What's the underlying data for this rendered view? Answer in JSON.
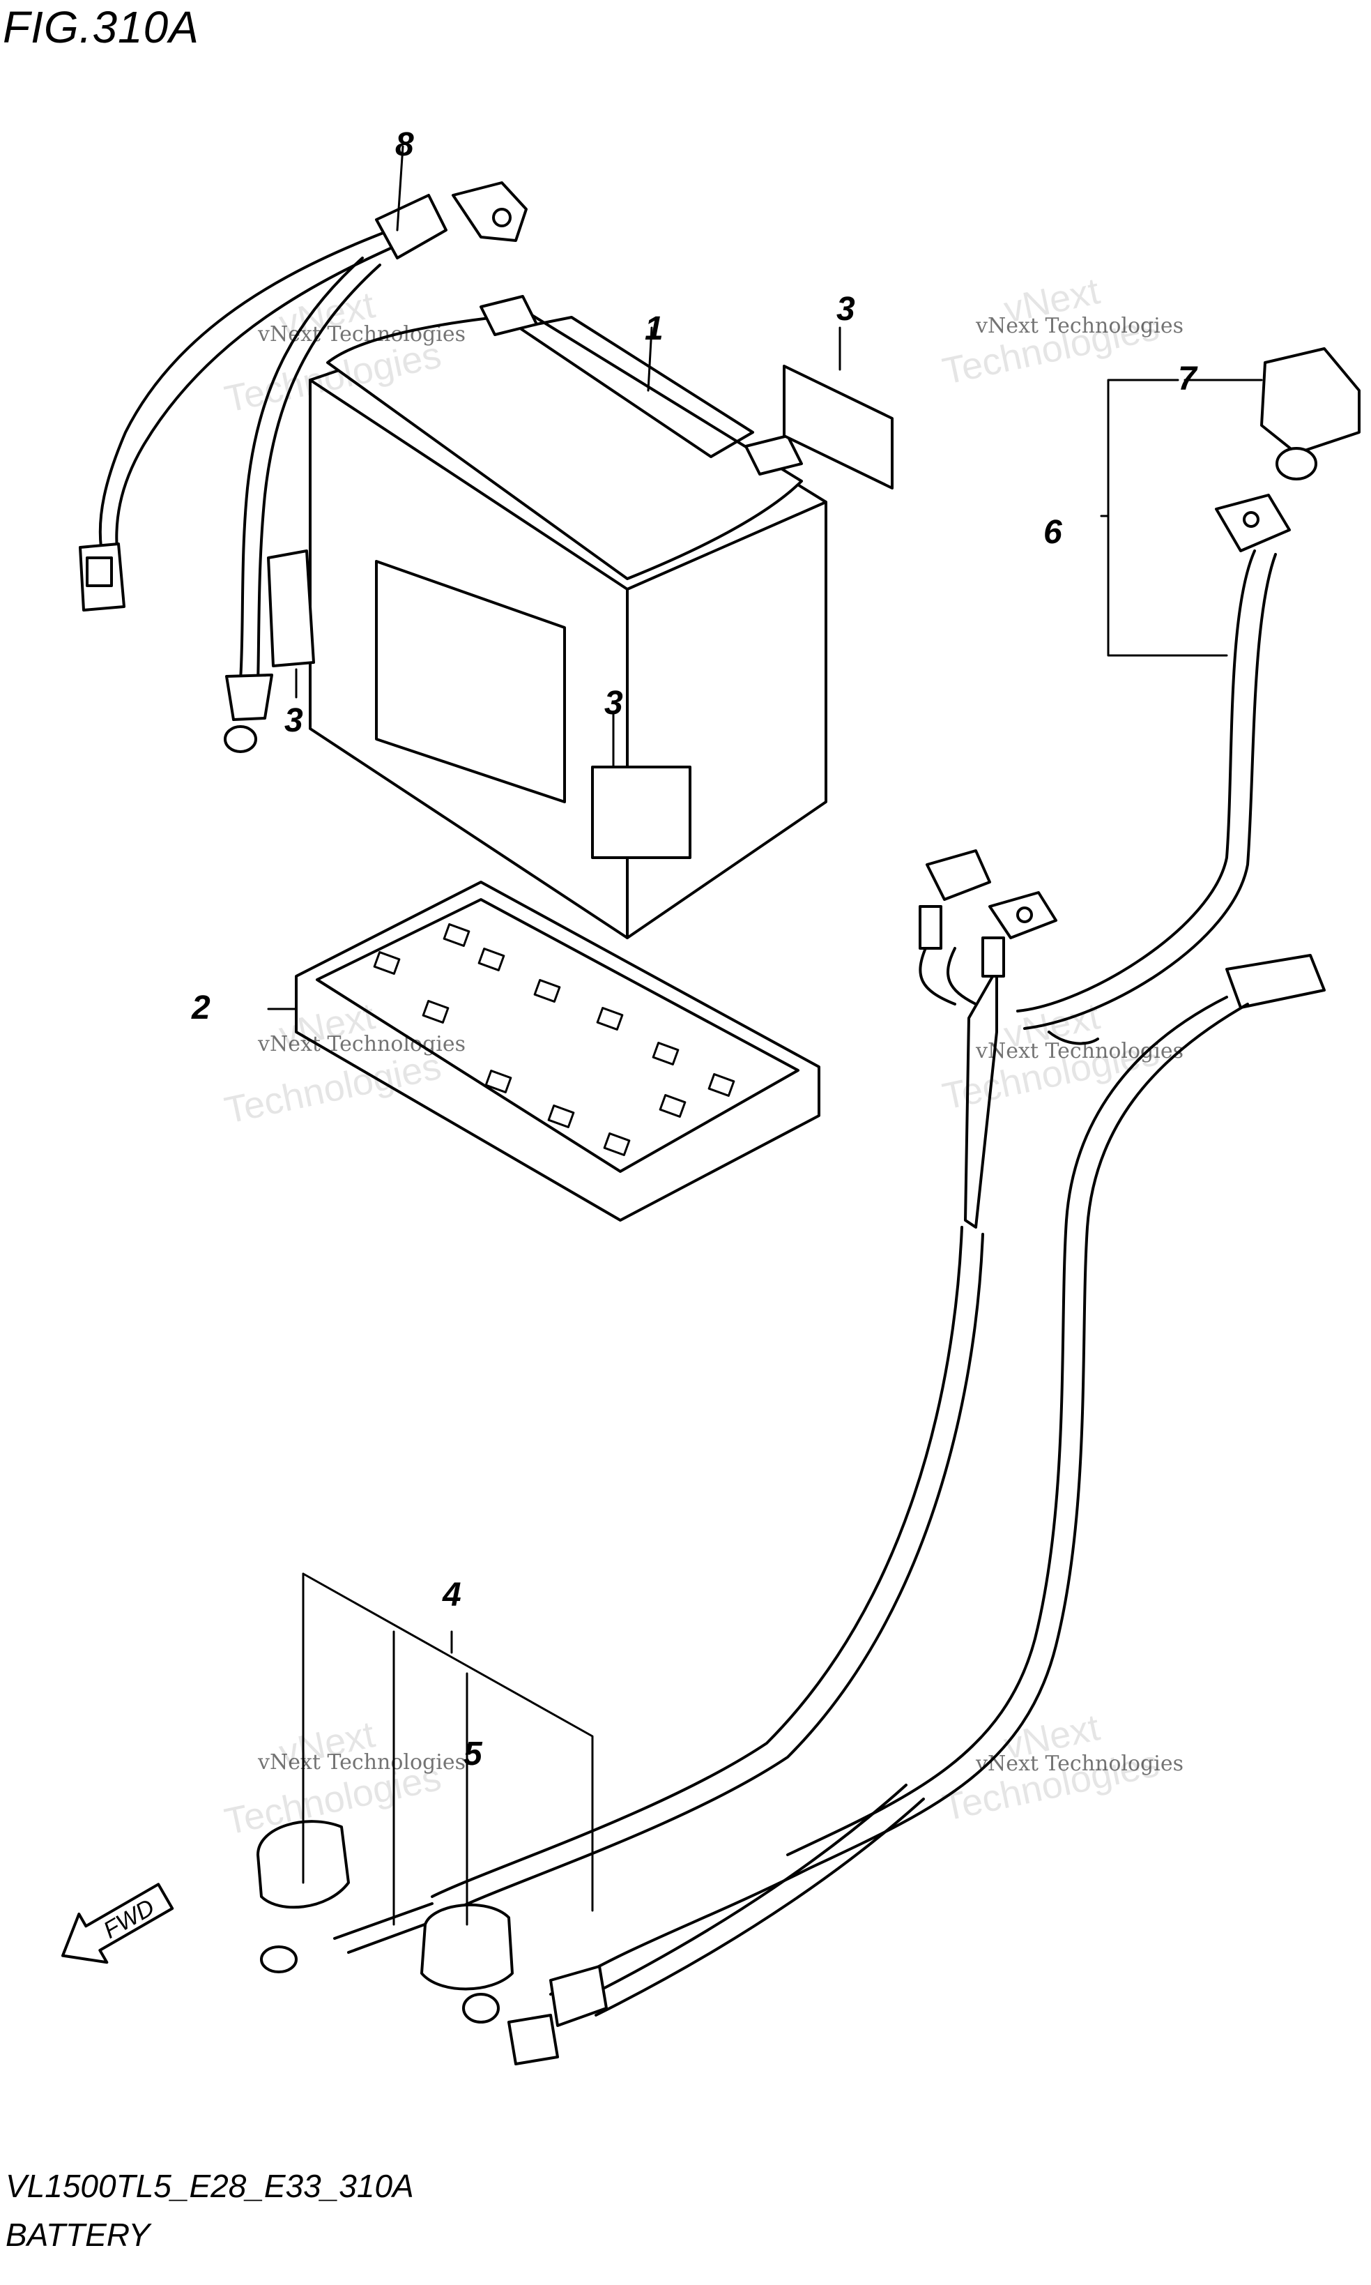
{
  "figure": {
    "title": "FIG.310A",
    "model_code": "VL1500TL5_E28_E33_310A",
    "section_name": "BATTERY"
  },
  "callouts": [
    {
      "id": "c1",
      "label": "1"
    },
    {
      "id": "c2",
      "label": "2"
    },
    {
      "id": "c3a",
      "label": "3"
    },
    {
      "id": "c3b",
      "label": "3"
    },
    {
      "id": "c3c",
      "label": "3"
    },
    {
      "id": "c4",
      "label": "4"
    },
    {
      "id": "c5",
      "label": "5"
    },
    {
      "id": "c6",
      "label": "6"
    },
    {
      "id": "c7",
      "label": "7"
    },
    {
      "id": "c8",
      "label": "8"
    }
  ],
  "direction_marker": {
    "label": "FWD",
    "icon": "fwd-arrow-icon"
  },
  "watermark": {
    "line1": "vNext Technologies",
    "line2": "vNext",
    "line3": "Technologies"
  }
}
